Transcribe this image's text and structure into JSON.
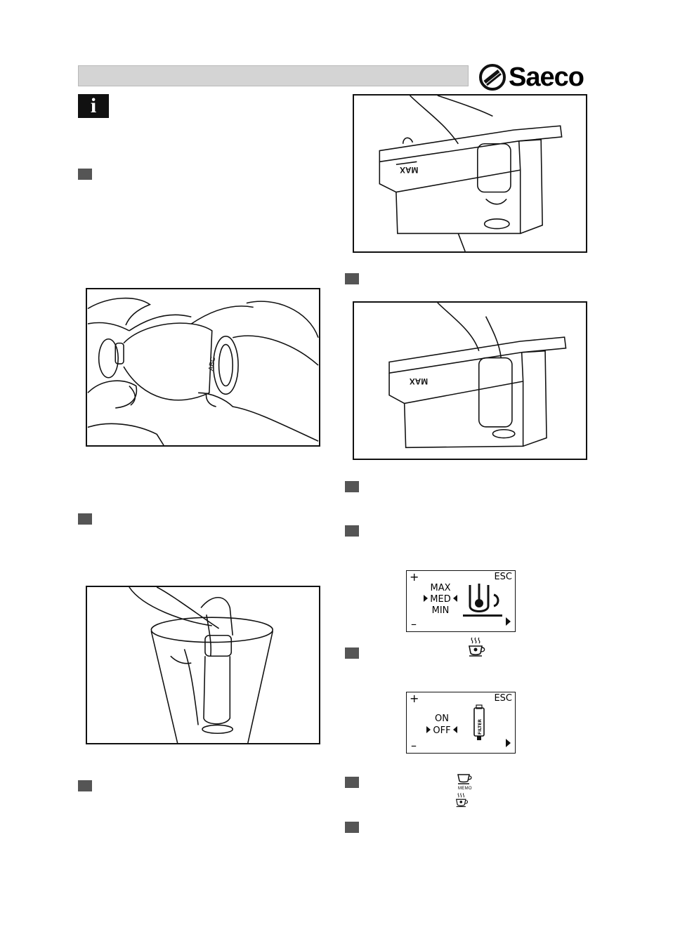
{
  "header": {
    "brand": "Saeco"
  },
  "info": {
    "icon_letter": "i"
  },
  "figures": {
    "filter_in_hands": {
      "cartridge_text": "ABC"
    },
    "tank_insert": {
      "tank_label": "MAX"
    },
    "tank_inserted": {
      "tank_label": "MAX"
    }
  },
  "display_hardness": {
    "plus": "+",
    "minus": "–",
    "esc": "ESC",
    "options": [
      "MAX",
      "MED",
      "MIN"
    ],
    "selected": "MED"
  },
  "display_filter": {
    "plus": "+",
    "minus": "–",
    "esc": "ESC",
    "options": [
      "ON",
      "OFF"
    ],
    "selected": "OFF",
    "filter_label": "FILTER"
  },
  "icons": {
    "hot_water": "hot-water-cup-icon",
    "coffee": "coffee-cup-icon",
    "memo_label": "MEMO"
  }
}
